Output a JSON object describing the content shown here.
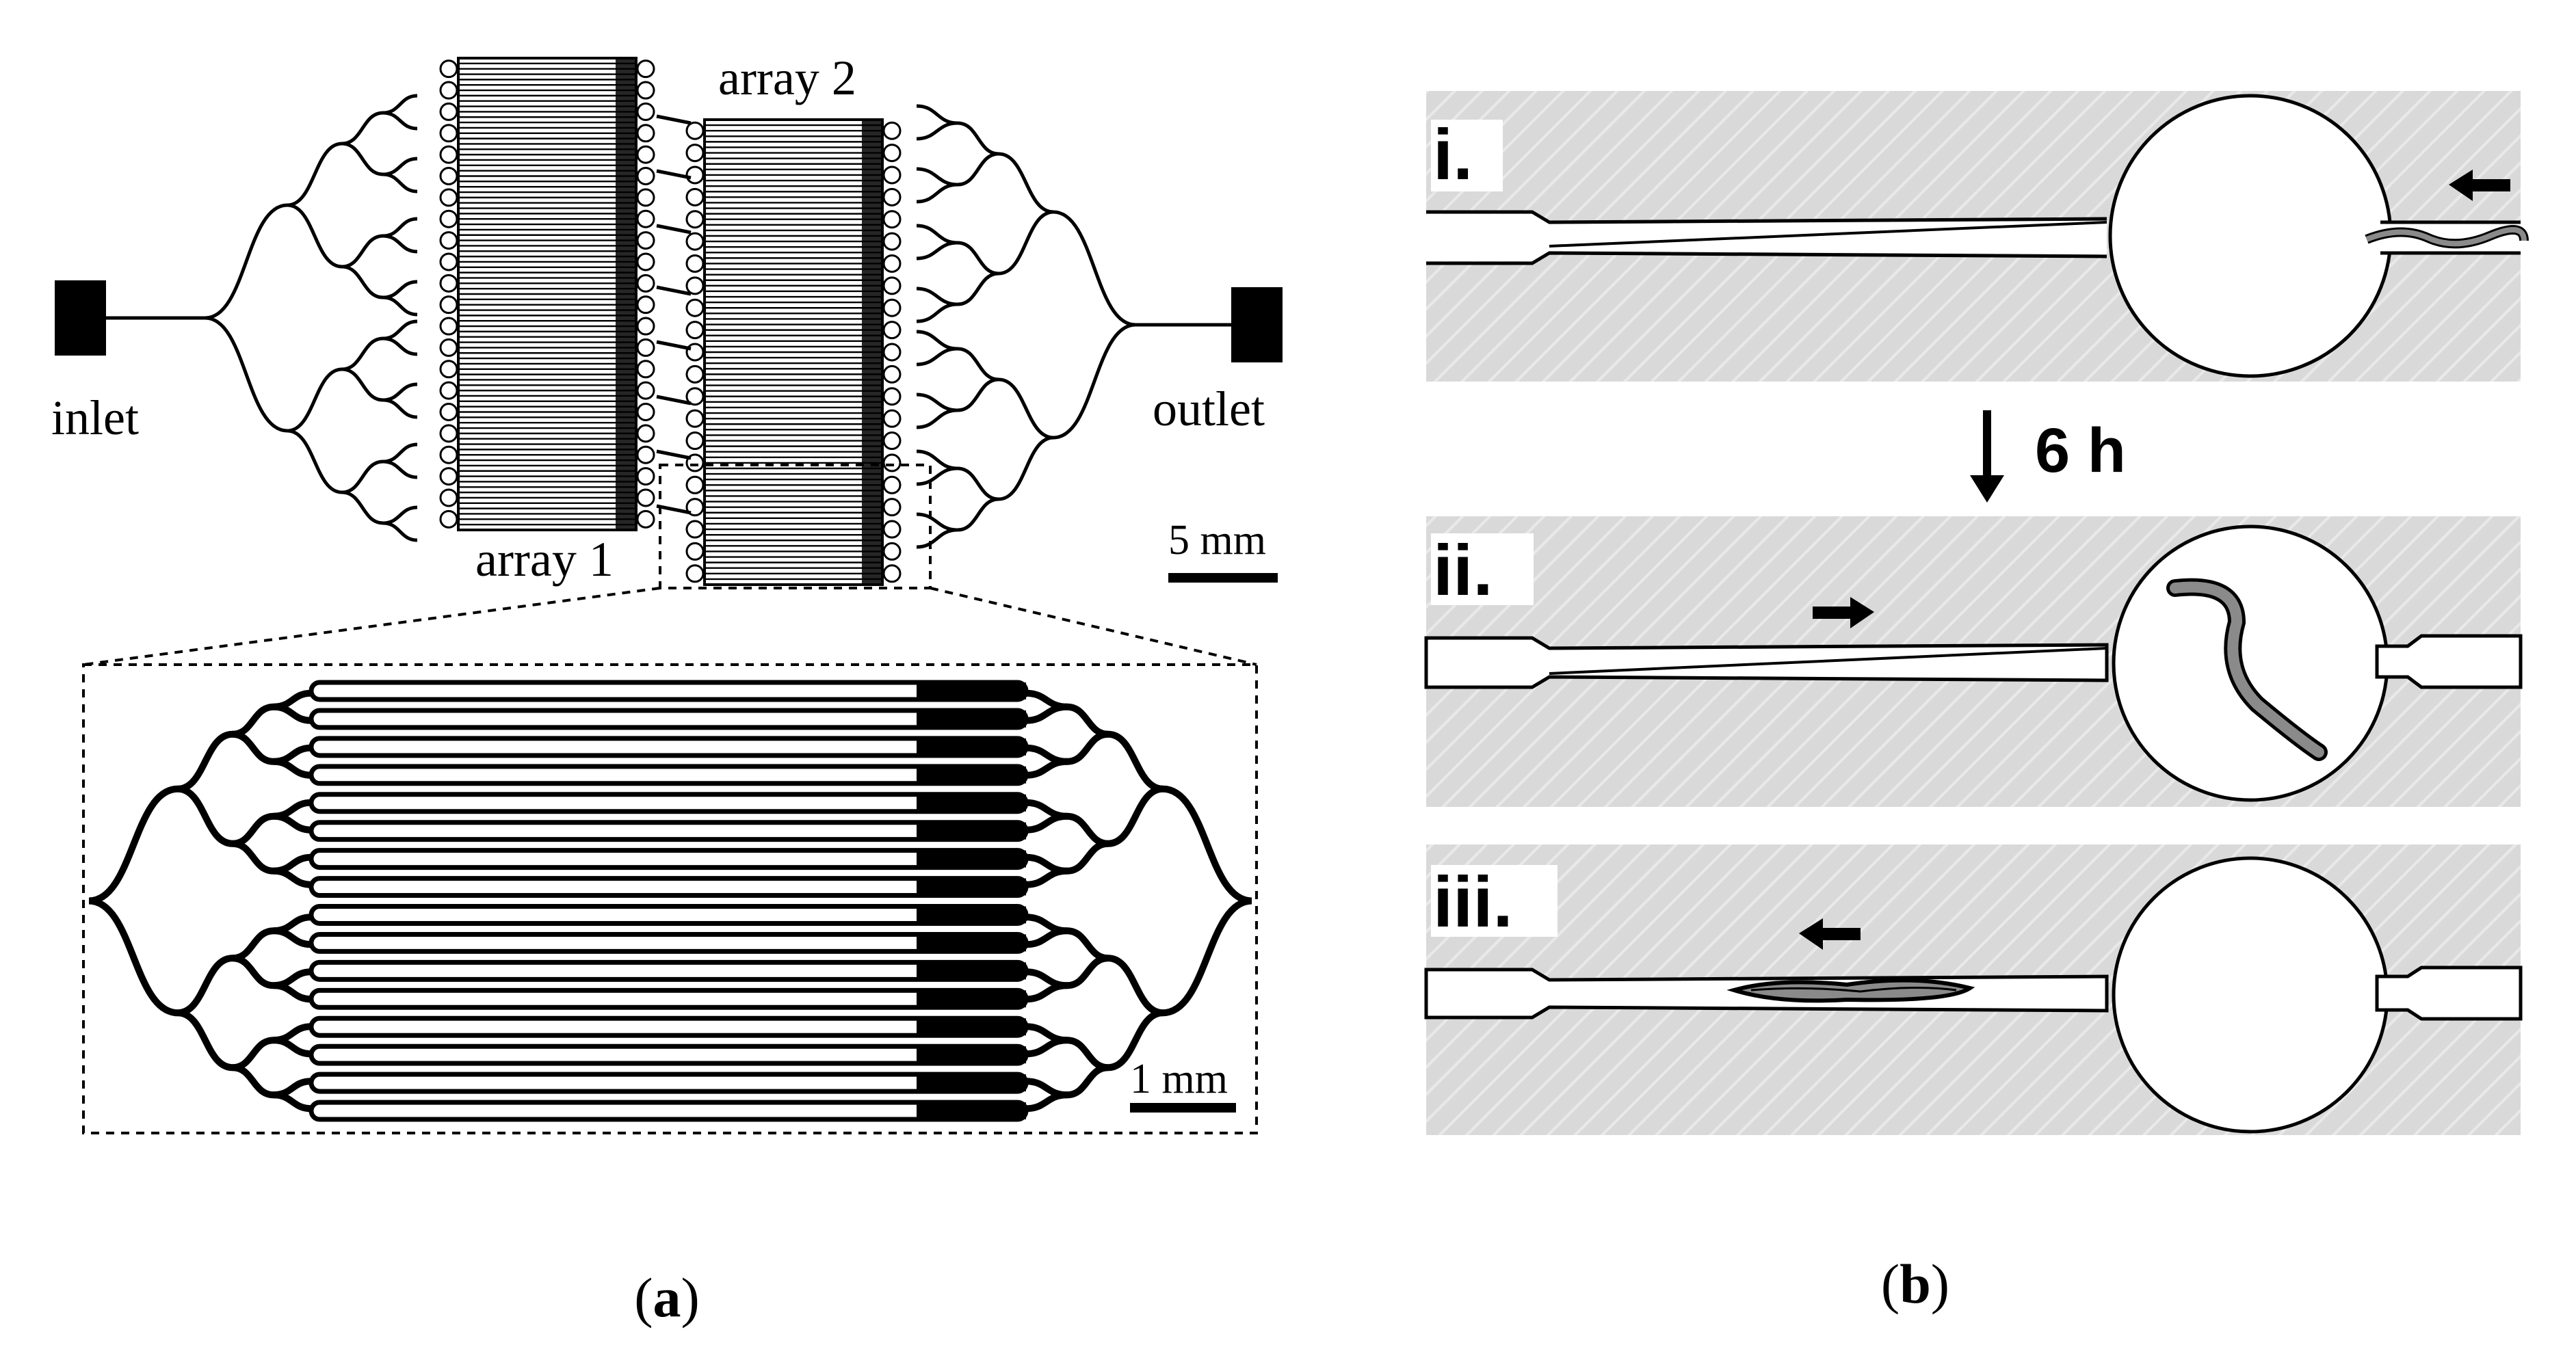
{
  "panel_a": {
    "label": "(a)",
    "letter": "a",
    "inlet_label": "inlet",
    "outlet_label": "outlet",
    "array1_label": "array 1",
    "array2_label": "array 2",
    "scale_main": "5 mm",
    "scale_zoom": "1 mm"
  },
  "panel_b": {
    "label": "(b)",
    "letter": "b",
    "steps": [
      {
        "label": "i.",
        "arrow": "left"
      },
      {
        "label": "ii.",
        "arrow": "right"
      },
      {
        "label": "iii.",
        "arrow": "left"
      }
    ],
    "time_label": "6 h"
  },
  "colors": {
    "ink": "#000000",
    "chip_fill": "#d9d9d9",
    "worm_fill": "#8a8a8a"
  }
}
